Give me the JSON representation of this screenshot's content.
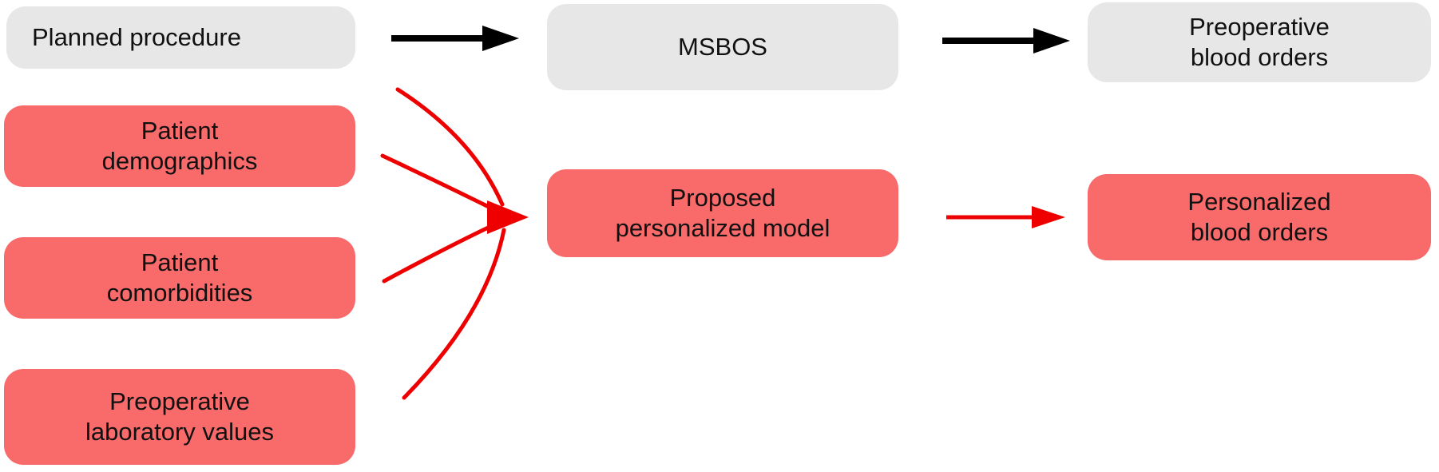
{
  "diagram": {
    "description": "Flow diagram comparing standard MSBOS preoperative blood ordering with a proposed personalized model",
    "colors": {
      "gray_box": "#e7e7e7",
      "red_box": "#f96a6a",
      "black_arrow": "#000000",
      "red_arrow": "#ee0000",
      "text": "#111111"
    }
  },
  "nodes": {
    "planned_procedure": "Planned procedure",
    "msbos": "MSBOS",
    "preoperative_blood_orders": "Preoperative\nblood orders",
    "patient_demographics": "Patient\ndemographics",
    "patient_comorbidities": "Patient\ncomorbidities",
    "preoperative_laboratory_values": "Preoperative\nlaboratory values",
    "proposed_personalized_model": "Proposed\npersonalized model",
    "personalized_blood_orders": "Personalized\nblood orders"
  }
}
